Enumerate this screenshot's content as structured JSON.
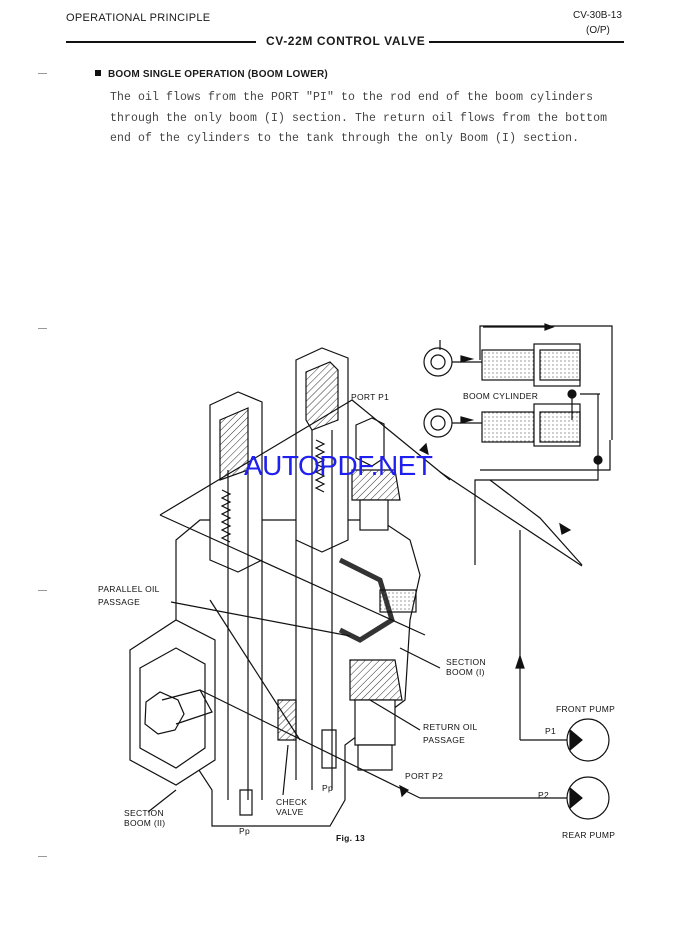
{
  "header": {
    "section_title": "OPERATIONAL PRINCIPLE",
    "doc_code": "CV-30B-13",
    "doc_sub": "(O/P)",
    "page_title": "CV-22M CONTROL VALVE"
  },
  "content": {
    "heading": "BOOM SINGLE OPERATION (BOOM LOWER)",
    "paragraph_lines": [
      "The oil flows from the PORT \"PI\" to the rod end of the boom cylinders",
      "through the only boom (I) section.  The return oil flows from the bottom",
      "end of the cylinders to the tank through the only Boom (I) section."
    ]
  },
  "figure": {
    "labels": {
      "port_p1": "PORT  P1",
      "boom_cylinder": "BOOM CYLINDER",
      "parallel_oil_1": "PARALLEL OIL",
      "parallel_oil_2": "PASSAGE",
      "section_boom_i_1": "SECTION",
      "section_boom_i_2": "BOOM (I)",
      "front_pump": "FRONT PUMP",
      "p1": "P1",
      "return_oil_1": "RETURN OIL",
      "return_oil_2": "PASSAGE",
      "port_p2": "PORT  P2",
      "p2": "P2",
      "rear_pump": "REAR PUMP",
      "check_valve_1": "CHECK",
      "check_valve_2": "VALVE",
      "section_boom_ii_1": "SECTION",
      "section_boom_ii_2": "BOOM (II)",
      "pp_1": "Pp",
      "pp_2": "Pp",
      "caption": "Fig. 13"
    },
    "watermark": "AUTOPDF.NET"
  },
  "colors": {
    "ink": "#111111",
    "body_text": "#444444",
    "watermark": "#1f1ff0"
  }
}
